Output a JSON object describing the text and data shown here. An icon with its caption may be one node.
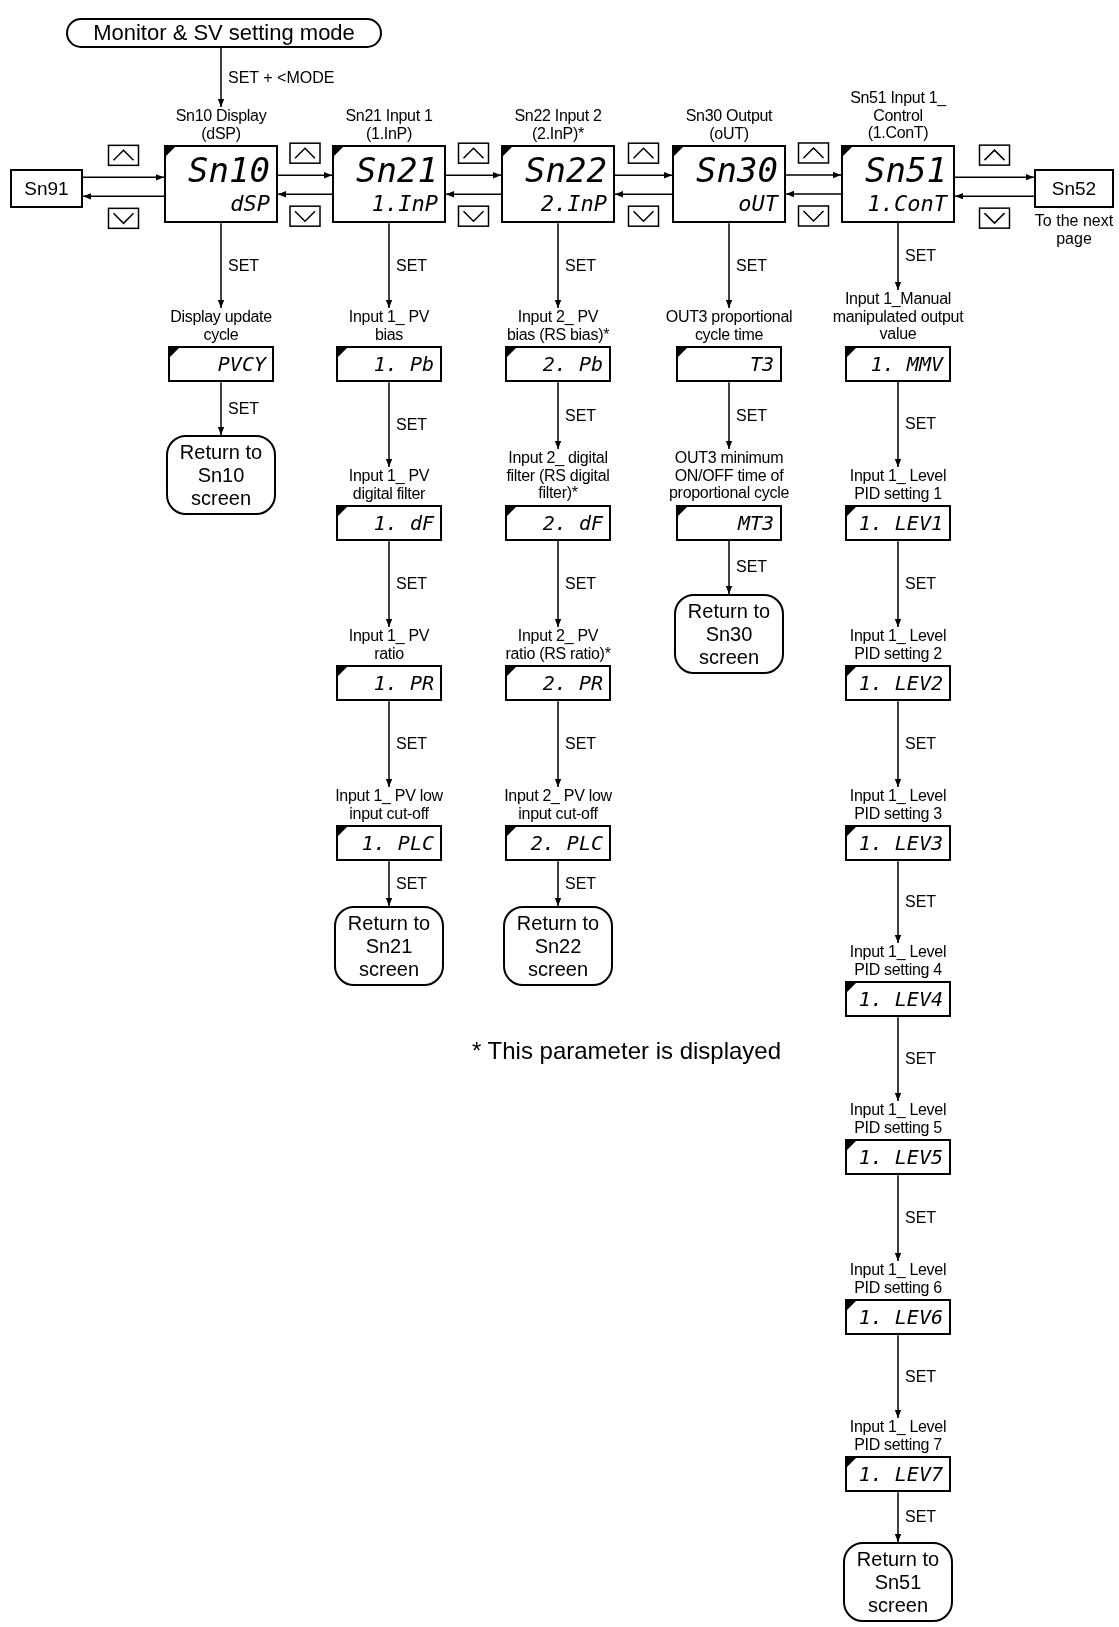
{
  "diagram": {
    "nodes": [
      {
        "text": [
          "Monitor & SV setting mode"
        ]
      },
      {
        "text": [
          "Sn91"
        ]
      },
      {
        "text": [
          "Sn10 Display (dSP)",
          "Sn10",
          "dSP"
        ]
      },
      {
        "text": [
          "Sn21 Input 1 (1.InP)",
          "Sn21",
          "1.InP"
        ]
      },
      {
        "text": [
          "Sn22 Input 2 (2.InP)*",
          "Sn22",
          "2.InP"
        ]
      },
      {
        "text": [
          "Sn30 Output (oUT)",
          "Sn30",
          "oUT"
        ]
      },
      {
        "text": [
          "Sn51 Input 1_ Control (1.ConT)",
          "Sn51",
          "1.ConT"
        ]
      },
      {
        "text": [
          "Sn52"
        ],
        "beside": [
          "To the next page"
        ]
      },
      {
        "text": [
          "Display update cycle",
          "PVCY"
        ]
      },
      {
        "text": [
          "Return to Sn10 screen"
        ]
      },
      {
        "text": [
          "Input 1_ PV bias",
          "1. Pb"
        ]
      },
      {
        "text": [
          "Input 1_ PV digital filter",
          "1. dF"
        ]
      },
      {
        "text": [
          "Input 1_ PV ratio",
          "1. PR"
        ]
      },
      {
        "text": [
          "Input 1_ PV low input cut-off",
          "1. PLC"
        ]
      },
      {
        "text": [
          "Return to Sn21 screen"
        ]
      },
      {
        "text": [
          "Input 2_ PV bias (RS bias)*",
          "2. Pb"
        ]
      },
      {
        "text": [
          "Input 2_ digital filter (RS digital filter)*",
          "2. dF"
        ]
      },
      {
        "text": [
          "Input 2_ PV ratio (RS ratio)*",
          "2. PR"
        ]
      },
      {
        "text": [
          "Input 2_ PV low input cut-off",
          "2. PLC"
        ]
      },
      {
        "text": [
          "Return to Sn22 screen"
        ]
      },
      {
        "text": [
          "OUT3 proportional cycle time",
          "T3"
        ]
      },
      {
        "text": [
          "OUT3 minimum ON/OFF time of proportional cycle",
          "MT3"
        ]
      },
      {
        "text": [
          "Return to Sn30 screen"
        ]
      },
      {
        "text": [
          "Input 1_Manual manipulated output value",
          "1. MMV"
        ]
      },
      {
        "text": [
          "Input 1_ Level PID setting 1",
          "1. LEV1"
        ]
      },
      {
        "text": [
          "Input 1_ Level PID setting 2",
          "1. LEV2"
        ]
      },
      {
        "text": [
          "Input 1_ Level PID setting 3",
          "1. LEV3"
        ]
      },
      {
        "text": [
          "Input 1_ Level PID setting 4",
          "1. LEV4"
        ]
      },
      {
        "text": [
          "Input 1_ Level PID setting 5",
          "1. LEV5"
        ]
      },
      {
        "text": [
          "Input 1_ Level PID setting 6",
          "1. LEV6"
        ]
      },
      {
        "text": [
          "Input 1_ Level PID setting 7",
          "1. LEV7"
        ]
      },
      {
        "text": [
          "Return to Sn51 screen"
        ]
      }
    ],
    "edges": [
      {
        "from": 0,
        "to": 2,
        "arrow": "to",
        "label": "SET + <MODE"
      },
      {
        "from": 1,
        "to": 2,
        "arrow": "to"
      },
      {
        "from": 2,
        "to": 1,
        "arrow": "to"
      },
      {
        "from": 2,
        "to": 3,
        "arrow": "to"
      },
      {
        "from": 3,
        "to": 2,
        "arrow": "to"
      },
      {
        "from": 3,
        "to": 4,
        "arrow": "to"
      },
      {
        "from": 4,
        "to": 3,
        "arrow": "to"
      },
      {
        "from": 4,
        "to": 5,
        "arrow": "to"
      },
      {
        "from": 5,
        "to": 4,
        "arrow": "to"
      },
      {
        "from": 5,
        "to": 6,
        "arrow": "to"
      },
      {
        "from": 6,
        "to": 5,
        "arrow": "to"
      },
      {
        "from": 6,
        "to": 7,
        "arrow": "to"
      },
      {
        "from": 7,
        "to": 6,
        "arrow": "to"
      },
      {
        "from": 2,
        "to": 8,
        "arrow": "to",
        "label": "SET"
      },
      {
        "from": 8,
        "to": 9,
        "arrow": "to",
        "label": "SET"
      },
      {
        "from": 3,
        "to": 10,
        "arrow": "to",
        "label": "SET"
      },
      {
        "from": 10,
        "to": 11,
        "arrow": "to",
        "label": "SET"
      },
      {
        "from": 11,
        "to": 12,
        "arrow": "to",
        "label": "SET"
      },
      {
        "from": 12,
        "to": 13,
        "arrow": "to",
        "label": "SET"
      },
      {
        "from": 13,
        "to": 14,
        "arrow": "to",
        "label": "SET"
      },
      {
        "from": 4,
        "to": 15,
        "arrow": "to",
        "label": "SET"
      },
      {
        "from": 15,
        "to": 16,
        "arrow": "to",
        "label": "SET"
      },
      {
        "from": 16,
        "to": 17,
        "arrow": "to",
        "label": "SET"
      },
      {
        "from": 17,
        "to": 18,
        "arrow": "to",
        "label": "SET"
      },
      {
        "from": 18,
        "to": 19,
        "arrow": "to",
        "label": "SET"
      },
      {
        "from": 5,
        "to": 20,
        "arrow": "to",
        "label": "SET"
      },
      {
        "from": 20,
        "to": 21,
        "arrow": "to",
        "label": "SET"
      },
      {
        "from": 21,
        "to": 22,
        "arrow": "to",
        "label": "SET"
      },
      {
        "from": 6,
        "to": 23,
        "arrow": "to",
        "label": "SET"
      },
      {
        "from": 23,
        "to": 24,
        "arrow": "to",
        "label": "SET"
      },
      {
        "from": 24,
        "to": 25,
        "arrow": "to",
        "label": "SET"
      },
      {
        "from": 25,
        "to": 26,
        "arrow": "to",
        "label": "SET"
      },
      {
        "from": 26,
        "to": 27,
        "arrow": "to",
        "label": "SET"
      },
      {
        "from": 27,
        "to": 28,
        "arrow": "to",
        "label": "SET"
      },
      {
        "from": 28,
        "to": 29,
        "arrow": "to",
        "label": "SET"
      },
      {
        "from": 29,
        "to": 30,
        "arrow": "to",
        "label": "SET"
      },
      {
        "from": 30,
        "to": 31,
        "arrow": "to",
        "label": "SET"
      }
    ],
    "labels": [
      "* This parameter is displayed"
    ]
  }
}
